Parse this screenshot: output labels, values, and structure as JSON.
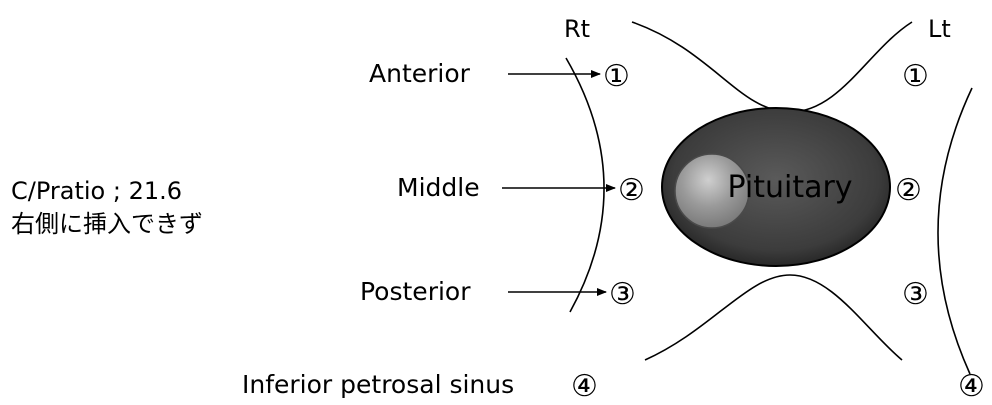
{
  "side_labels": {
    "right": "Rt",
    "left": "Lt"
  },
  "levels": [
    {
      "name": "Anterior",
      "marker": "①"
    },
    {
      "name": "Middle",
      "marker": "②"
    },
    {
      "name": "Posterior",
      "marker": "③"
    }
  ],
  "right_markers": [
    "①",
    "②",
    "③"
  ],
  "sinus": {
    "label": "Inferior petrosal sinus",
    "marker": "④",
    "right_marker": "④"
  },
  "pituitary": {
    "label": "Pituitary"
  },
  "note": {
    "line1": "C/Pratio ; 21.6",
    "line2": "右側に挿入できず"
  }
}
